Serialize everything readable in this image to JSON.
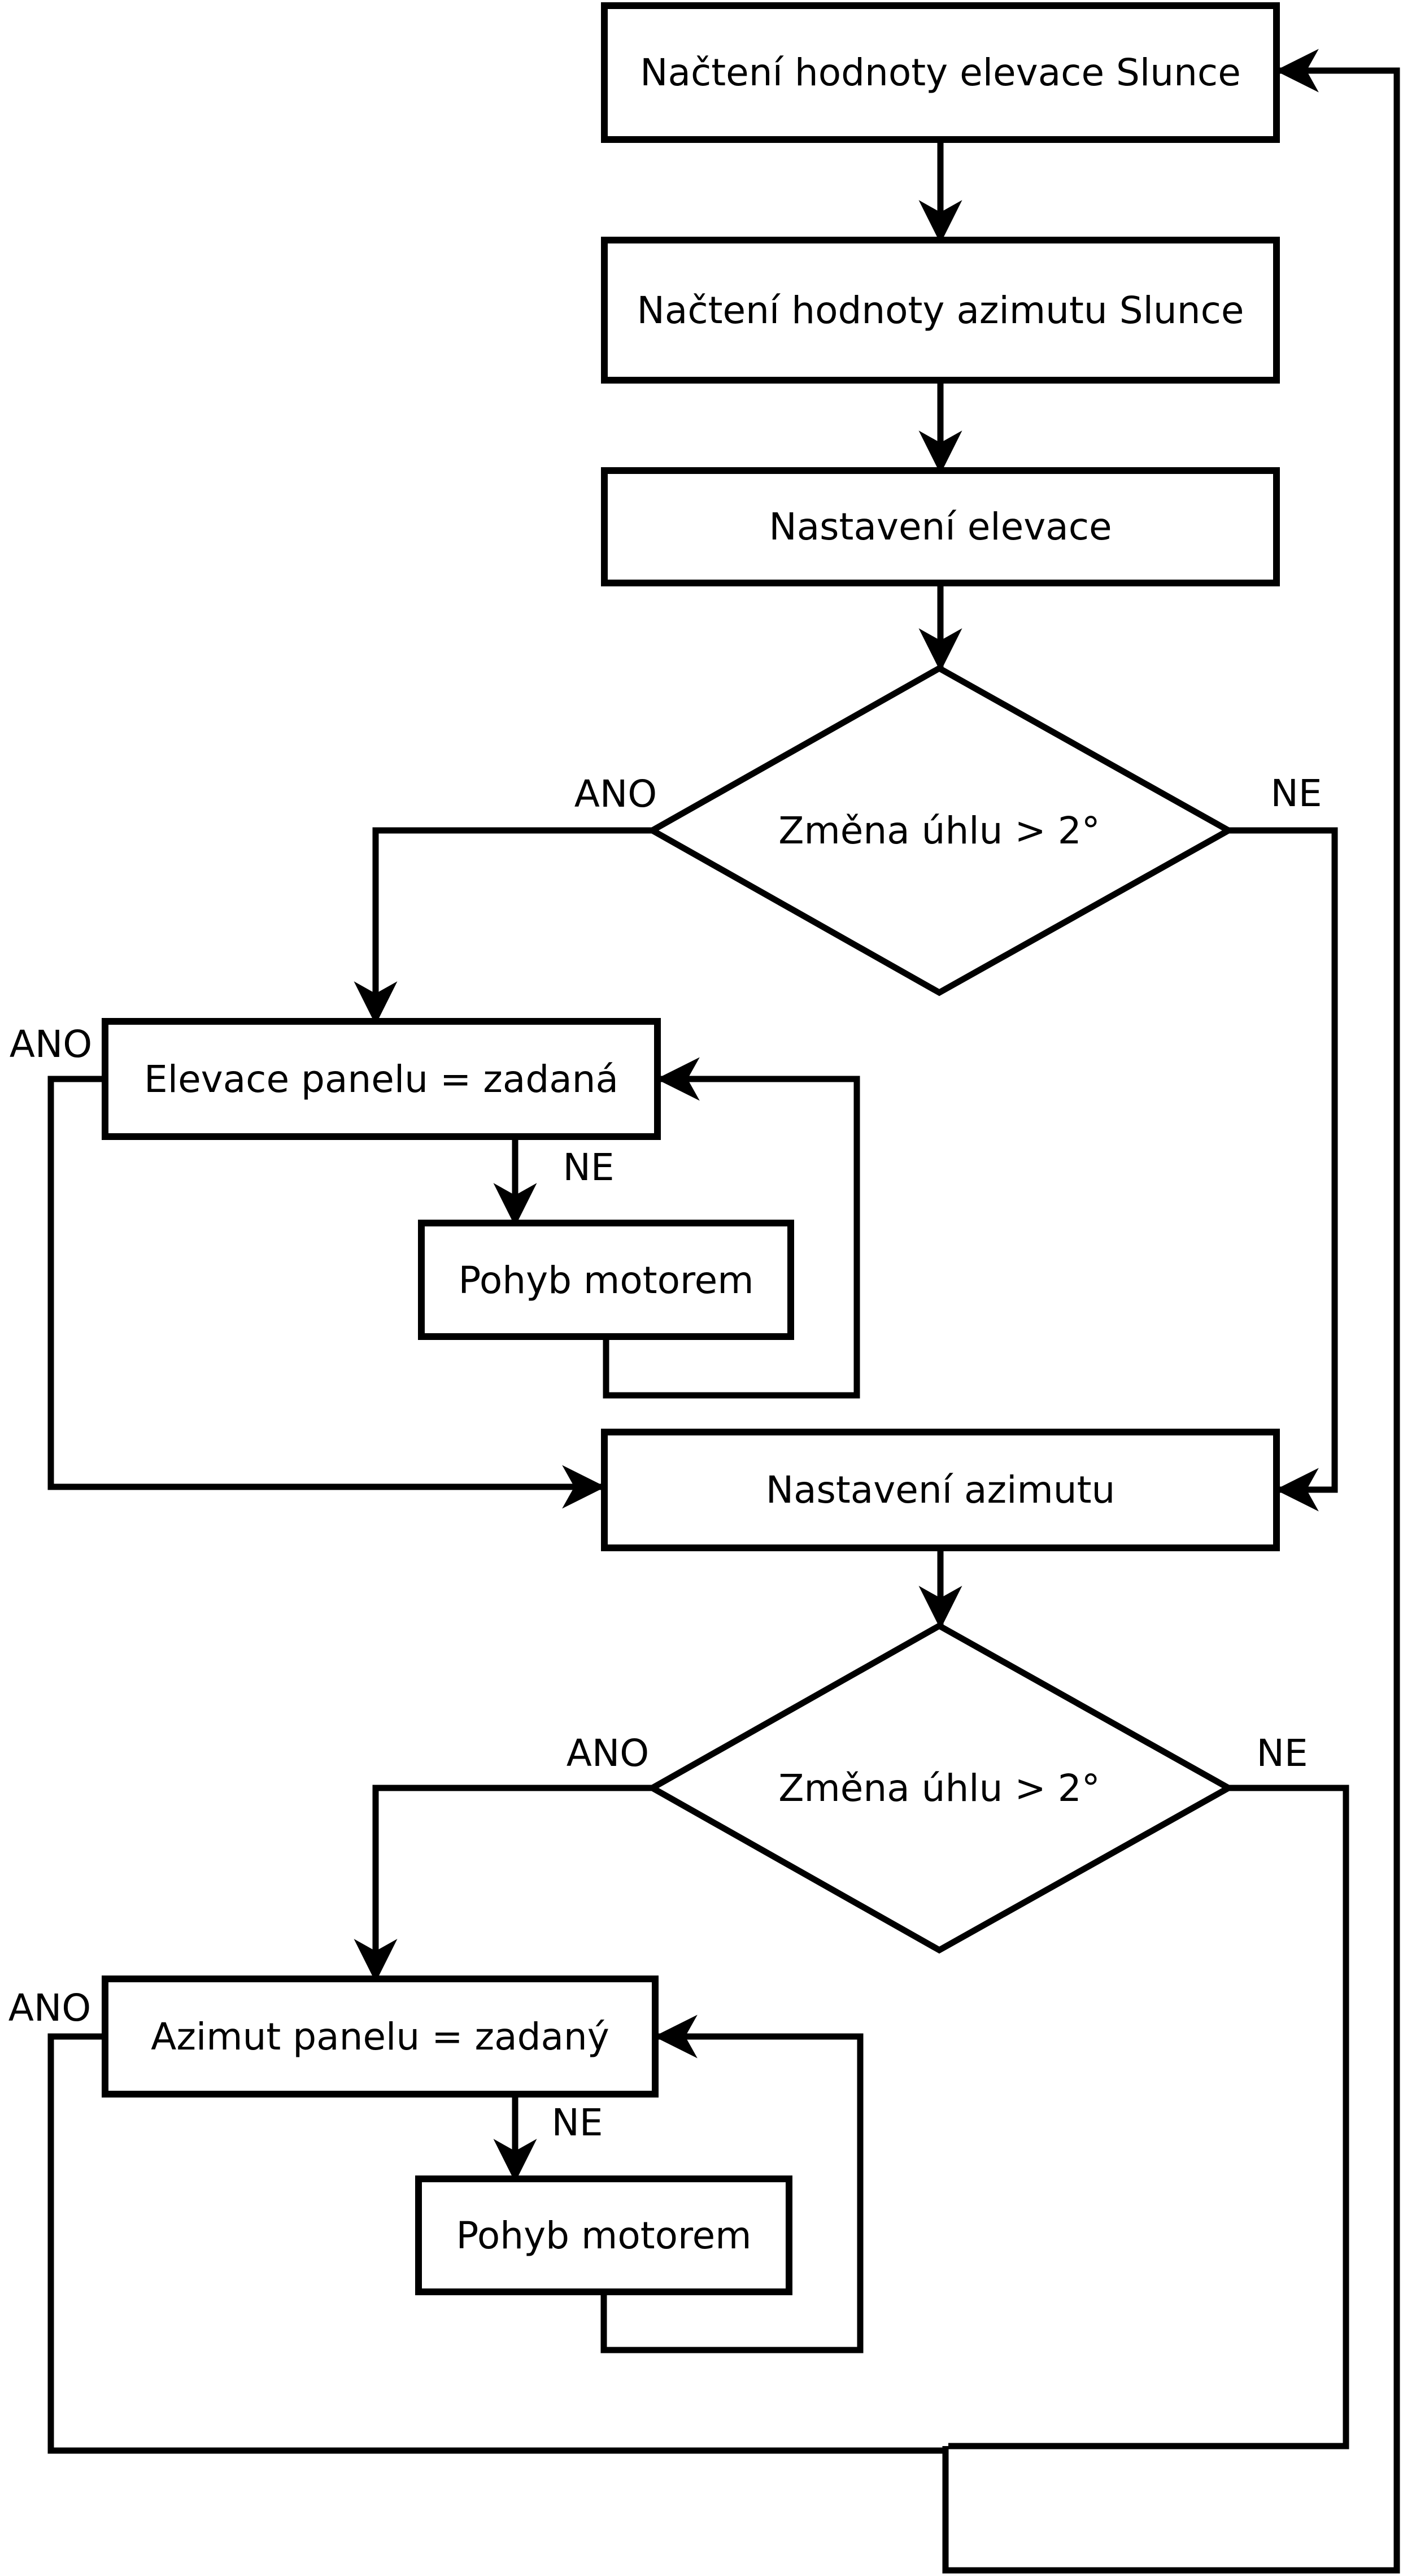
{
  "diagram": {
    "title": "Solar tracker control loop flowchart",
    "colors": {
      "background": "#ffffff",
      "line": "#000000",
      "text": "#000000"
    },
    "nodes": {
      "load_elevation": "Načtení hodnoty elevace Slunce",
      "load_azimuth": "Načtení hodnoty azimutu Slunce",
      "set_elevation": "Nastavení elevace",
      "decision_elevation": "Změna úhlu > 2°",
      "elevation_equal": "Elevace panelu = zadaná",
      "motor_move_elevation": "Pohyb motorem",
      "set_azimuth": "Nastavení azimutu",
      "decision_azimuth": "Změna úhlu > 2°",
      "azimuth_equal": "Azimut panelu = zadaný",
      "motor_move_azimuth": "Pohyb motorem"
    },
    "edge_labels": {
      "decision_elevation_yes": "ANO",
      "decision_elevation_no": "NE",
      "elevation_equal_yes": "ANO",
      "elevation_equal_no": "NE",
      "decision_azimuth_yes": "ANO",
      "decision_azimuth_no": "NE",
      "azimuth_equal_yes": "ANO",
      "azimuth_equal_no": "NE"
    }
  }
}
